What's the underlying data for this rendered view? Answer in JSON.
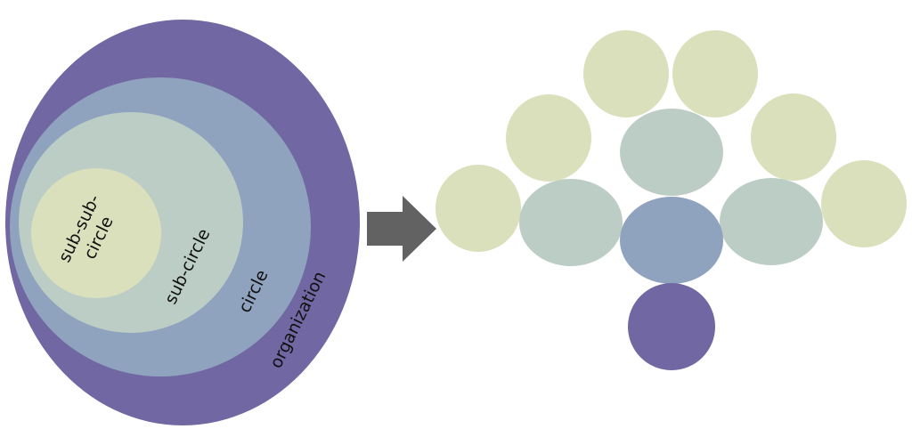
{
  "nested_diagram": {
    "organization": {
      "label": "organization",
      "color": "#7167a2"
    },
    "circle": {
      "label": "circle",
      "color": "#8fa2be"
    },
    "sub_circle": {
      "label": "sub-circle",
      "color": "#bccdc6"
    },
    "sub_sub_circle": {
      "line1": "sub-sub-",
      "line2": "circle",
      "color": "#dbe0bc"
    }
  },
  "arrow": {
    "color": "#626262"
  },
  "network": {
    "colors": {
      "sub_sub_circle": "#dbe0bc",
      "sub_circle": "#bccdc6",
      "circle": "#8fa2be",
      "organization": "#7167a2"
    }
  }
}
